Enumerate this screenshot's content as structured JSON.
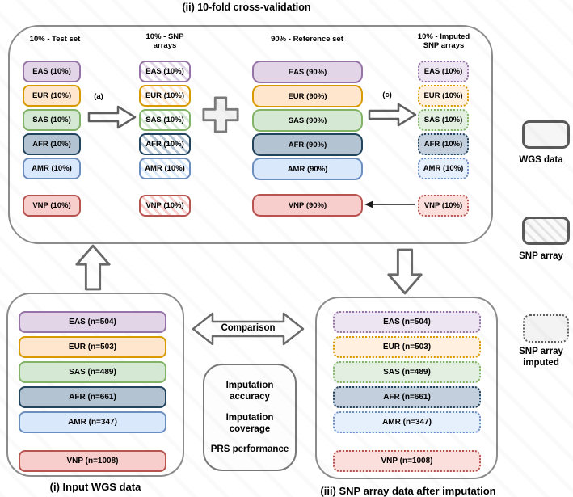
{
  "figure": {
    "title_ii": "(ii) 10-fold cross-validation",
    "caption_i": "(i) Input WGS data",
    "caption_iii": "(iii) SNP array data after imputation"
  },
  "cross_validation": {
    "test_set": {
      "header": "10% - Test set",
      "boxes": [
        "EAS (10%)",
        "EUR (10%)",
        "SAS (10%)",
        "AFR (10%)",
        "AMR (10%)",
        "VNP (10%)"
      ]
    },
    "snp_arrays": {
      "header_line1": "10% -  SNP",
      "header_line2": "arrays",
      "boxes": [
        "EAS (10%)",
        "EUR (10%)",
        "SAS (10%)",
        "AFR (10%)",
        "AMR (10%)",
        "VNP (10%)"
      ]
    },
    "reference_set": {
      "header": "90% - Reference set",
      "boxes": [
        "EAS (90%)",
        "EUR (90%)",
        "SAS (90%)",
        "AFR (90%)",
        "AMR (90%)",
        "VNP (90%)"
      ]
    },
    "imputed_arrays": {
      "header_line1": "10% -  Imputed",
      "header_line2": "SNP arrays",
      "boxes": [
        "EAS (10%)",
        "EUR (10%)",
        "SAS (10%)",
        "AFR (10%)",
        "AMR (10%)",
        "VNP (10%)"
      ]
    },
    "arrow_a_label": "(a)",
    "arrow_c_label": "(c)"
  },
  "input_wgs": {
    "boxes": [
      "EAS (n=504)",
      "EUR (n=503)",
      "SAS (n=489)",
      "AFR (n=661)",
      "AMR (n=347)",
      "VNP (n=1008)"
    ]
  },
  "imputed_output": {
    "boxes": [
      "EAS (n=504)",
      "EUR (n=503)",
      "SAS (n=489)",
      "AFR (n=661)",
      "AMR (n=347)",
      "VNP (n=1008)"
    ]
  },
  "comparison": {
    "label": "Comparison",
    "metrics": [
      "Imputation accuracy",
      "Imputation coverage",
      "PRS performance"
    ]
  },
  "legend": {
    "wgs": "WGS data",
    "snp_array": "SNP array",
    "imputed_line1": "SNP array",
    "imputed_line2": "imputed"
  },
  "colors": {
    "eas": {
      "fill": "#E1D5E7",
      "border": "#9673A6",
      "light": "#EDE5F1"
    },
    "eur": {
      "fill": "#FFE6CC",
      "border": "#D79B00",
      "light": "#FFF0DF"
    },
    "sas": {
      "fill": "#D5E8D4",
      "border": "#82B366",
      "light": "#E2EFE1"
    },
    "afr": {
      "fill": "#B4C3D2",
      "border": "#23445D",
      "light": "#C3CFDC"
    },
    "amr": {
      "fill": "#DAE8FC",
      "border": "#6C8EBF",
      "light": "#E6EFFC"
    },
    "vnp": {
      "fill": "#F8CECC",
      "border": "#B85450",
      "light": "#FADFDD"
    }
  }
}
